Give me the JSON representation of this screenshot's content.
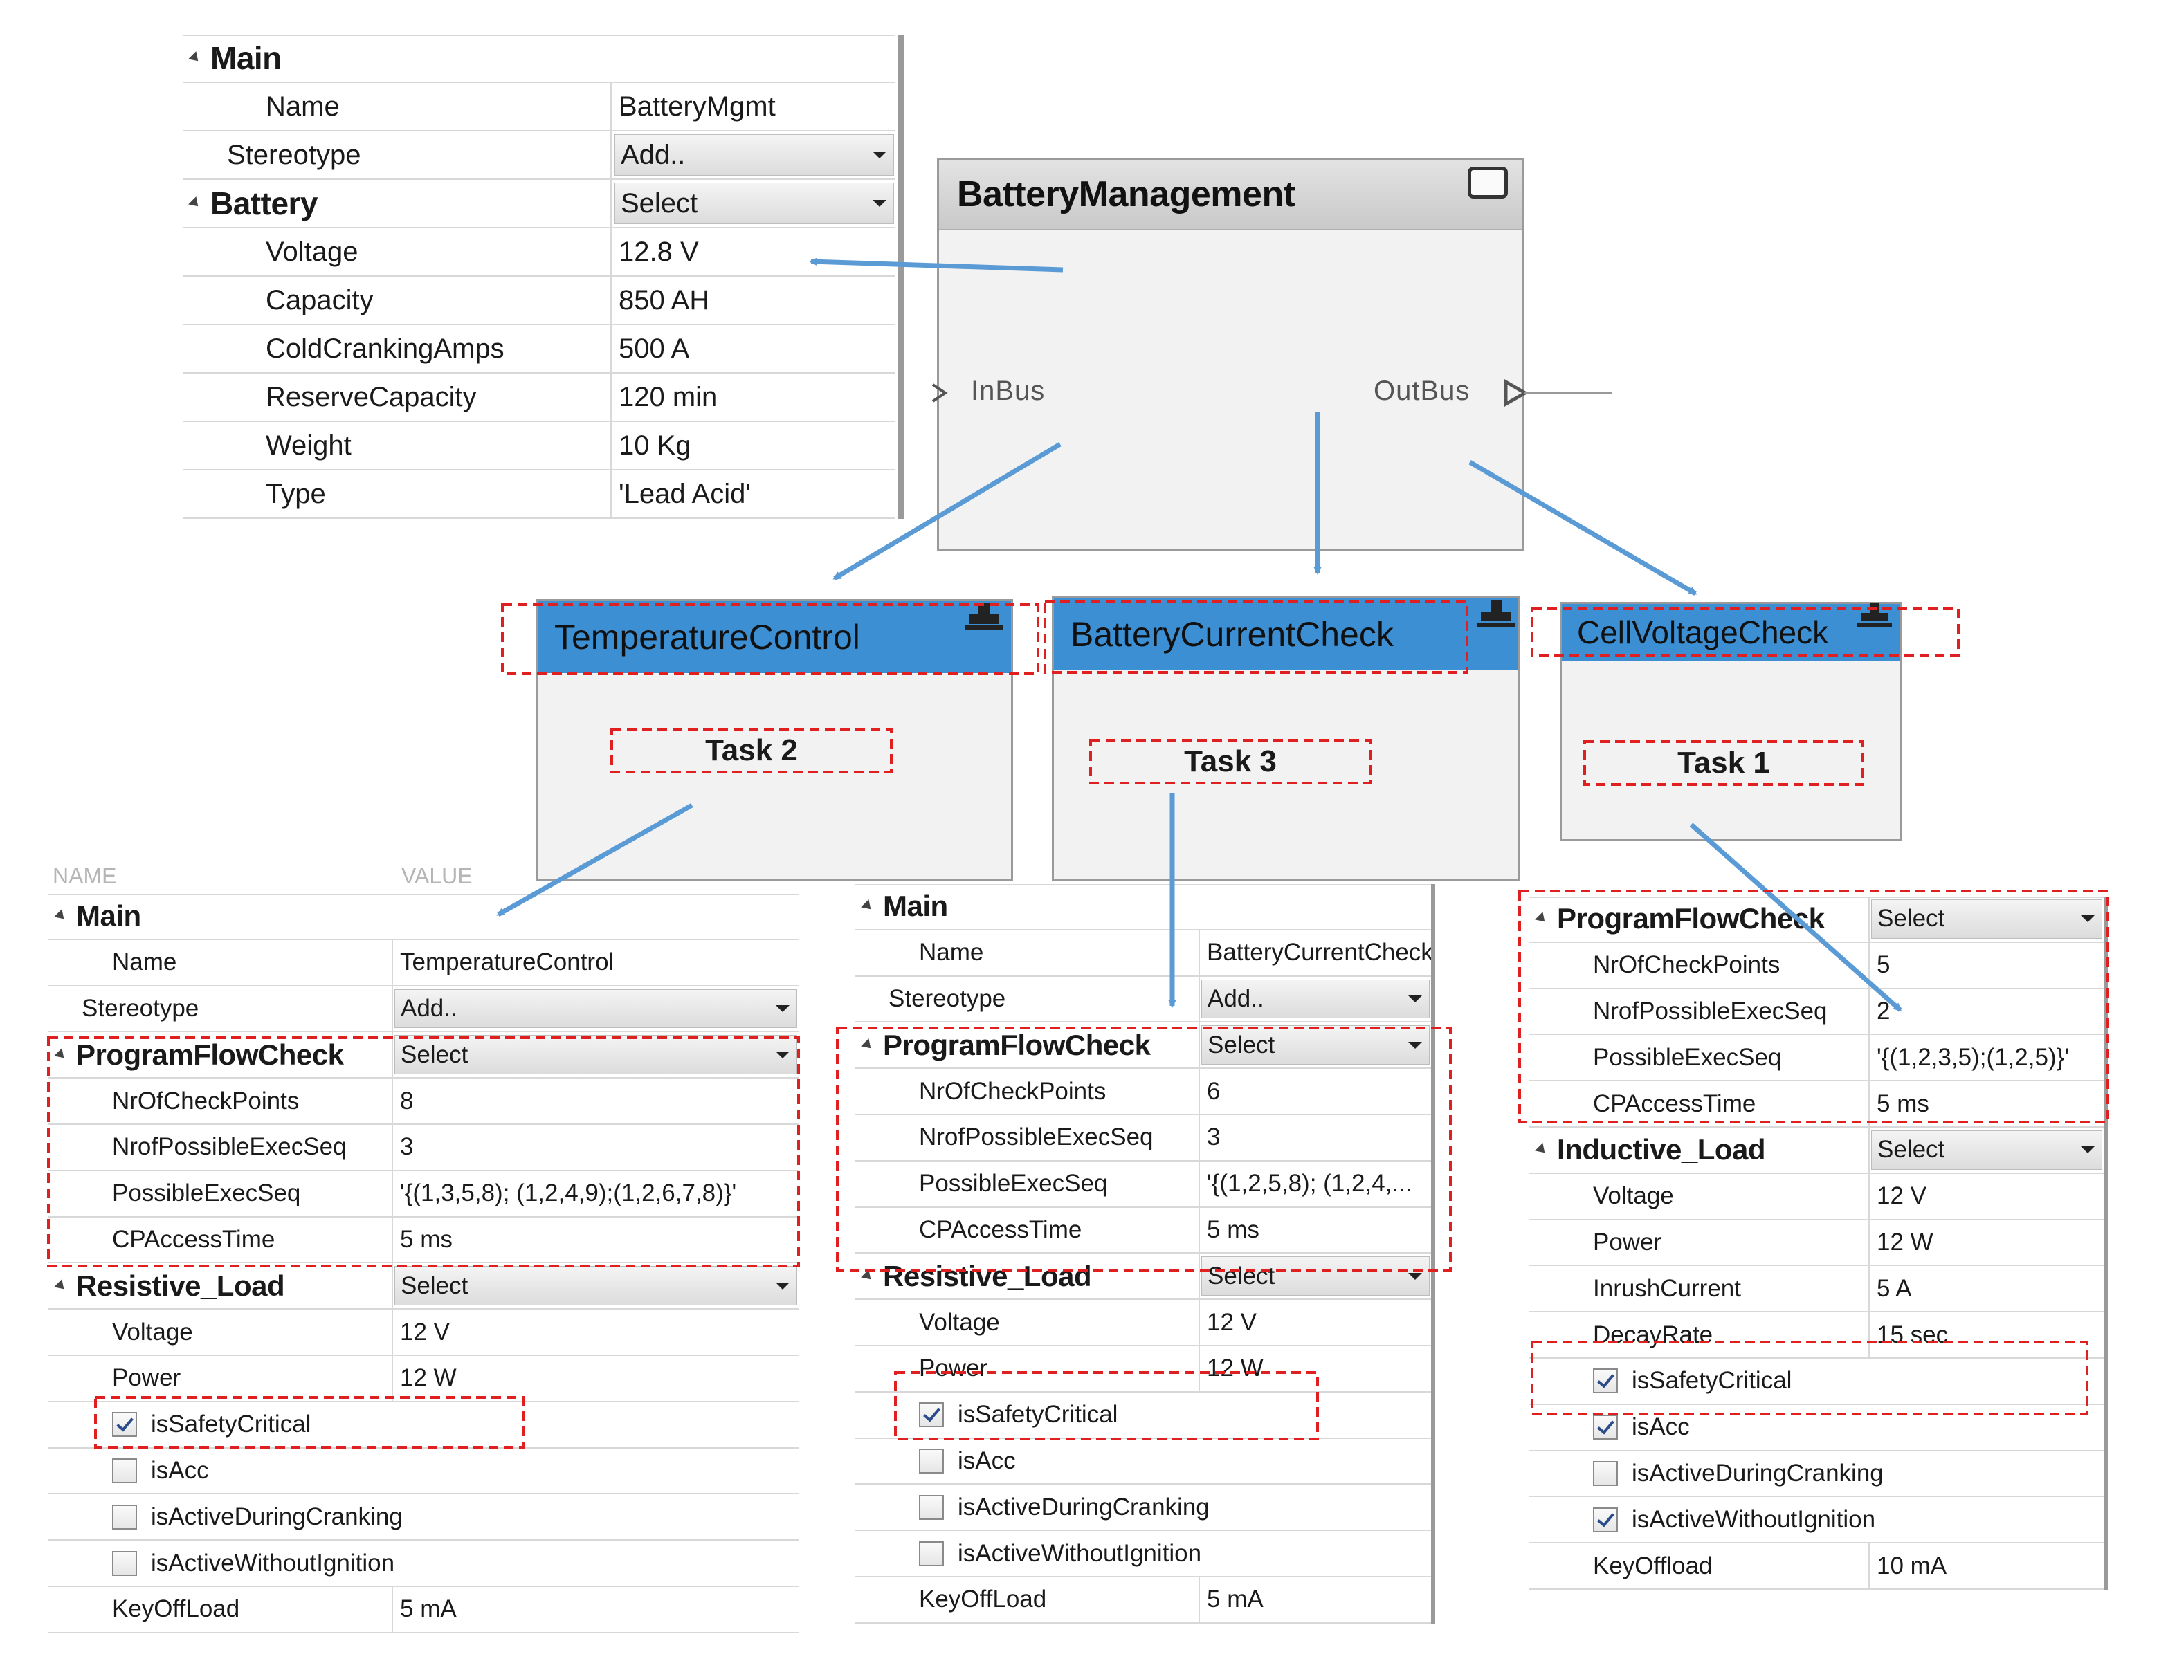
{
  "header": {
    "name_col": "NAME",
    "value_col": "VALUE"
  },
  "top_grid": {
    "main_group": "Main",
    "name_label": "Name",
    "name_value": "BatteryMgmt",
    "stereotype_label": "Stereotype",
    "stereotype_value": "Add..",
    "battery_group": "Battery",
    "battery_select": "Select",
    "rows": [
      {
        "label": "Voltage",
        "value": "12.8 V"
      },
      {
        "label": "Capacity",
        "value": "850 AH"
      },
      {
        "label": "ColdCrankingAmps",
        "value": "500 A"
      },
      {
        "label": "ReserveCapacity",
        "value": "120 min"
      },
      {
        "label": "Weight",
        "value": "10 Kg"
      },
      {
        "label": "Type",
        "value": "'Lead Acid'"
      }
    ]
  },
  "bm_block": {
    "title": "BatteryManagement",
    "in_port": "InBus",
    "out_port": "OutBus"
  },
  "tasks": [
    {
      "title": "TemperatureControl",
      "task": "Task 2"
    },
    {
      "title": "BatteryCurrentCheck",
      "task": "Task 3"
    },
    {
      "title": "CellVoltageCheck",
      "task": "Task 1"
    }
  ],
  "left_grid": {
    "main_group": "Main",
    "name_label": "Name",
    "name_value": "TemperatureControl",
    "stereotype_label": "Stereotype",
    "stereotype_value": "Add..",
    "pfc_group": "ProgramFlowCheck",
    "pfc_select": "Select",
    "pfc_rows": [
      {
        "label": "NrOfCheckPoints",
        "value": "8"
      },
      {
        "label": "NrofPossibleExecSeq",
        "value": "3"
      },
      {
        "label": "PossibleExecSeq",
        "value": "'{(1,3,5,8); (1,2,4,9);(1,2,6,7,8)}'"
      },
      {
        "label": "CPAccessTime",
        "value": "5 ms"
      }
    ],
    "load_group": "Resistive_Load",
    "load_select": "Select",
    "load_rows": [
      {
        "label": "Voltage",
        "value": "12 V"
      },
      {
        "label": "Power",
        "value": "12 W"
      }
    ],
    "checks": [
      {
        "label": "isSafetyCritical",
        "checked": true
      },
      {
        "label": "isAcc",
        "checked": false
      },
      {
        "label": "isActiveDuringCranking",
        "checked": false
      },
      {
        "label": "isActiveWithoutIgnition",
        "checked": false
      }
    ],
    "keyoff_label": "KeyOffLoad",
    "keyoff_value": "5 mA"
  },
  "mid_grid": {
    "main_group": "Main",
    "name_label": "Name",
    "name_value": "BatteryCurrentCheck",
    "stereotype_label": "Stereotype",
    "stereotype_value": "Add..",
    "pfc_group": "ProgramFlowCheck",
    "pfc_select": "Select",
    "pfc_rows": [
      {
        "label": "NrOfCheckPoints",
        "value": "6"
      },
      {
        "label": "NrofPossibleExecSeq",
        "value": "3"
      },
      {
        "label": "PossibleExecSeq",
        "value": "'{(1,2,5,8); (1,2,4,..."
      },
      {
        "label": "CPAccessTime",
        "value": "5 ms"
      }
    ],
    "load_group": "Resistive_Load",
    "load_select": "Select",
    "load_rows": [
      {
        "label": "Voltage",
        "value": "12 V"
      },
      {
        "label": "Power",
        "value": "12 W"
      }
    ],
    "checks": [
      {
        "label": "isSafetyCritical",
        "checked": true
      },
      {
        "label": "isAcc",
        "checked": false
      },
      {
        "label": "isActiveDuringCranking",
        "checked": false
      },
      {
        "label": "isActiveWithoutIgnition",
        "checked": false
      }
    ],
    "keyoff_label": "KeyOffLoad",
    "keyoff_value": "5 mA"
  },
  "right_grid": {
    "pfc_group": "ProgramFlowCheck",
    "pfc_select": "Select",
    "pfc_rows": [
      {
        "label": "NrOfCheckPoints",
        "value": "5"
      },
      {
        "label": "NrofPossibleExecSeq",
        "value": "2"
      },
      {
        "label": "PossibleExecSeq",
        "value": "'{(1,2,3,5);(1,2,5)}'"
      },
      {
        "label": "CPAccessTime",
        "value": "5 ms"
      }
    ],
    "load_group": "Inductive_Load",
    "load_select": "Select",
    "load_rows": [
      {
        "label": "Voltage",
        "value": "12 V"
      },
      {
        "label": "Power",
        "value": "12 W"
      },
      {
        "label": "InrushCurrent",
        "value": "5 A"
      },
      {
        "label": "DecayRate",
        "value": "15 sec"
      }
    ],
    "checks": [
      {
        "label": "isSafetyCritical",
        "checked": true
      },
      {
        "label": "isAcc",
        "checked": true
      },
      {
        "label": "isActiveDuringCranking",
        "checked": false
      },
      {
        "label": "isActiveWithoutIgnition",
        "checked": true
      }
    ],
    "keyoff_label": "KeyOffload",
    "keyoff_value": "10 mA"
  },
  "colors": {
    "accent_blue": "#3d8fd4",
    "arrow_blue": "#5b9bd5",
    "highlight_red": "#e02020"
  }
}
